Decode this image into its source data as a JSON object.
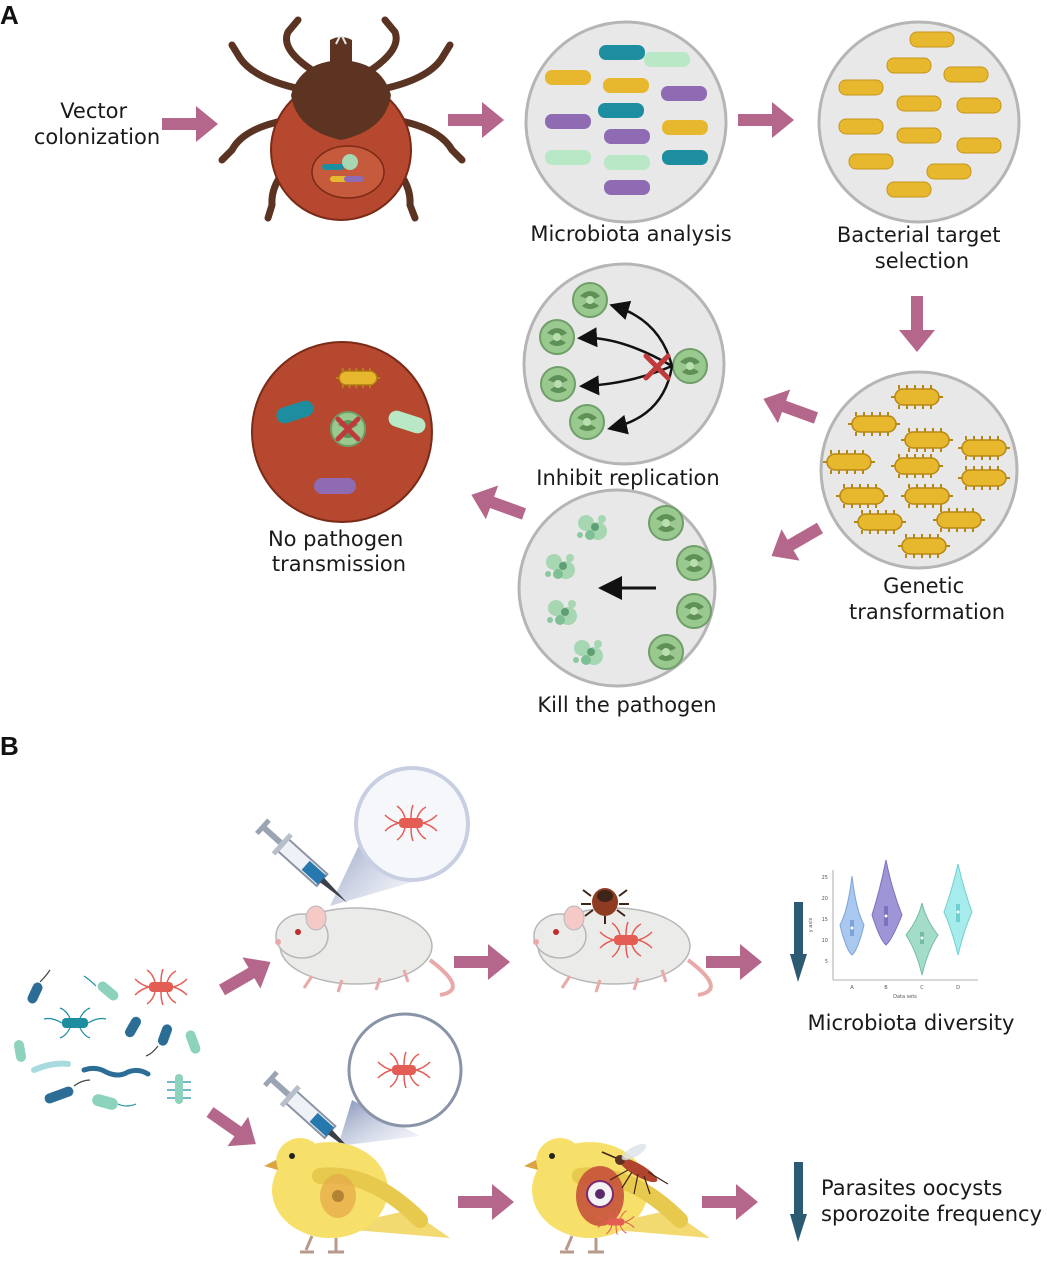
{
  "panel_a": {
    "letter": "A",
    "vector_colonization": [
      "Vector",
      "colonization"
    ],
    "microbiota_analysis": "Microbiota analysis",
    "bacterial_target_selection": [
      "Bacterial target",
      "selection"
    ],
    "genetic_transformation": [
      "Genetic",
      "transformation"
    ],
    "inhibit_replication": "Inhibit replication",
    "kill_the_pathogen": "Kill the pathogen",
    "no_pathogen_transmission": [
      "No pathogen",
      "transmission"
    ]
  },
  "panel_b": {
    "letter": "B",
    "microbiota_diversity": "Microbiota diversity",
    "parasites_text": [
      "Parasites oocysts",
      "sporozoite frequency"
    ],
    "mini_chart": {
      "ylabel": "y axis",
      "xlabel": "Data sets",
      "yticks": [
        "25",
        "20",
        "15",
        "10",
        "5"
      ],
      "categories": [
        "A",
        "B",
        "C",
        "D"
      ]
    }
  },
  "colors": {
    "arrow": "#b5668b",
    "tick_body": "#b5482e",
    "down_arrow": "#2c5a73",
    "yellow_bacterium": "#e7b82d",
    "teal_bacterium": "#1d8ea0",
    "purple_bacterium": "#8f6bb3",
    "mint_bacterium": "#a8e0b8"
  }
}
